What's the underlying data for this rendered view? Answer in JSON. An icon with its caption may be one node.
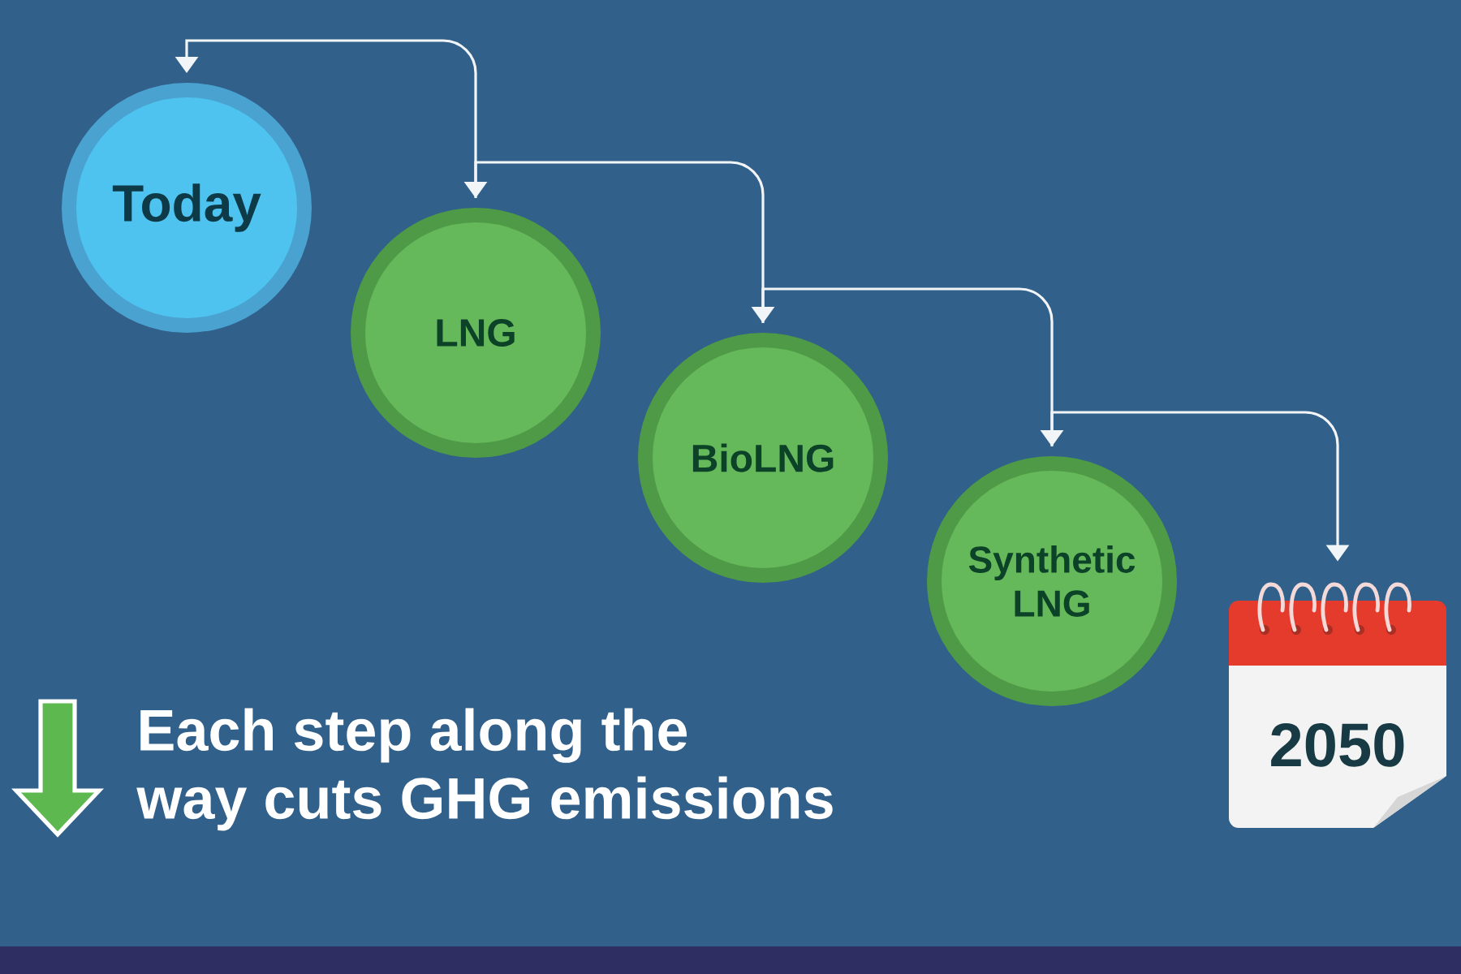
{
  "diagram": {
    "nodes": [
      {
        "text": [
          "Today"
        ]
      },
      {
        "text": [
          "LNG"
        ]
      },
      {
        "text": [
          "BioLNG"
        ]
      },
      {
        "text": [
          "Synthetic LNG"
        ]
      },
      {
        "text": [
          "2050"
        ]
      }
    ],
    "edges": [
      {
        "from": 0,
        "to": 1,
        "arrow": "both"
      },
      {
        "from": 1,
        "to": 2,
        "arrow": "to"
      },
      {
        "from": 2,
        "to": 3,
        "arrow": "to"
      },
      {
        "from": 3,
        "to": 4,
        "arrow": "to"
      }
    ],
    "labels": [
      "Each step along the way cuts GHG emissions"
    ]
  }
}
